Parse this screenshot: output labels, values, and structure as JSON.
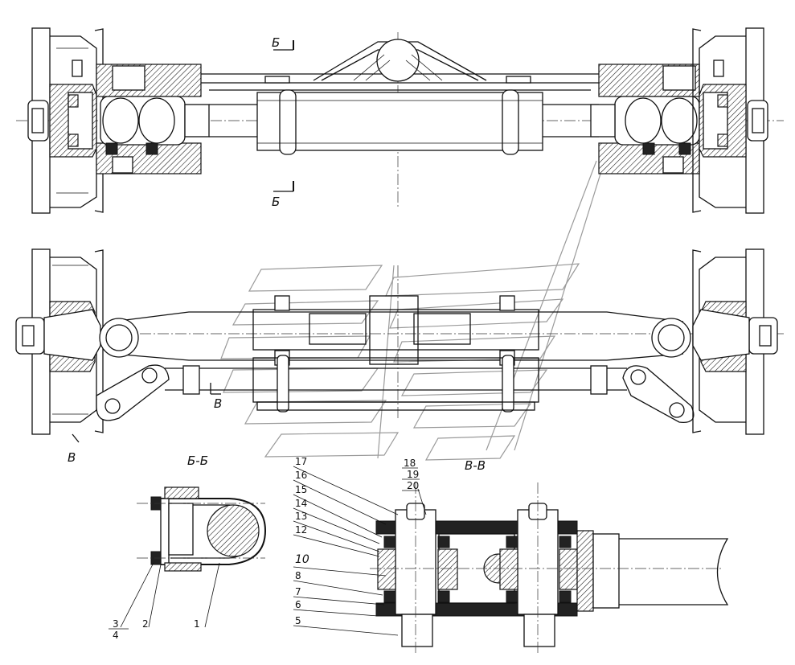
{
  "section_marks": {
    "b_top": "Б",
    "b_bottom": "Б",
    "v_mid": "В",
    "v_left": "В"
  },
  "section_titles": {
    "bb": "Б-Б",
    "vv": "В-В"
  },
  "callouts_bb": [
    "1",
    "2",
    "3",
    "4"
  ],
  "callouts_vv": [
    "5",
    "6",
    "7",
    "8",
    "10",
    "12",
    "13",
    "14",
    "15",
    "16",
    "17",
    "18",
    "19",
    "20"
  ]
}
